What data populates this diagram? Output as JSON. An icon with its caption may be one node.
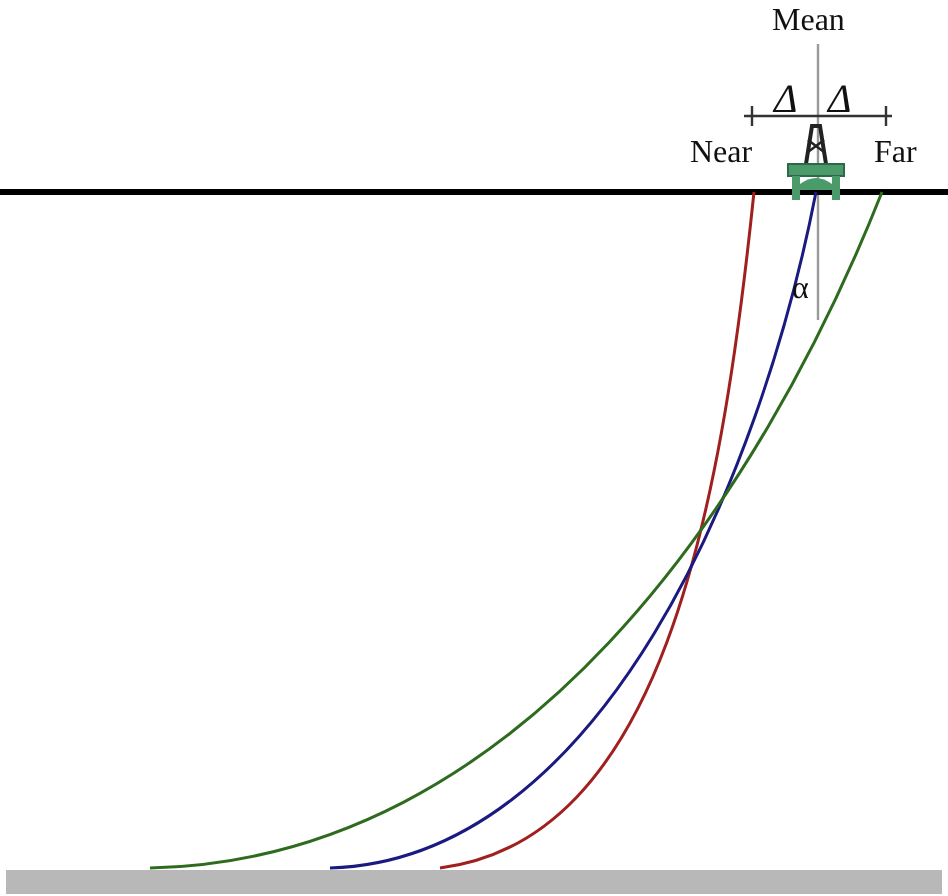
{
  "diagram": {
    "labels": [
      "Mean",
      "Δ",
      "Δ",
      "Near",
      "Far",
      "α"
    ]
  }
}
